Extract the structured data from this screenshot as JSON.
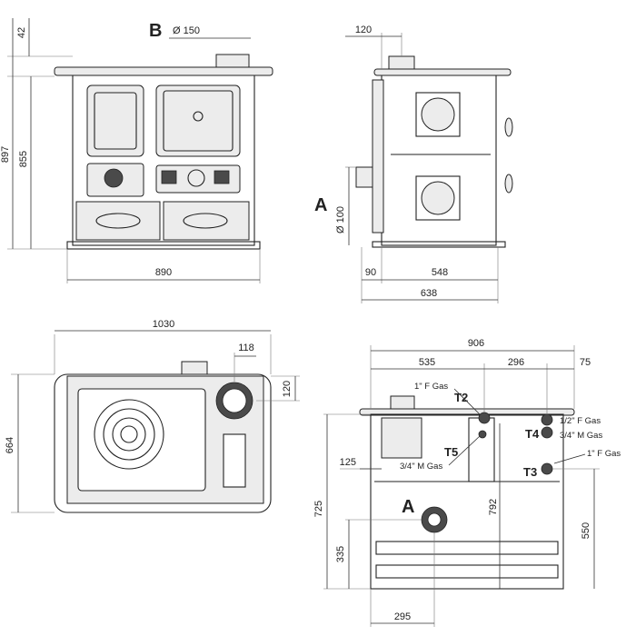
{
  "front_view": {
    "label_b": "B",
    "flue_diameter": "Ø 150",
    "dim_42": "42",
    "dim_897": "897",
    "dim_855": "855",
    "dim_890": "890"
  },
  "side_view": {
    "label_a": "A",
    "dim_120": "120",
    "inlet_diameter": "Ø 100",
    "dim_90": "90",
    "dim_548": "548",
    "dim_638": "638"
  },
  "top_view": {
    "dim_1030": "1030",
    "dim_118": "118",
    "dim_120": "120",
    "dim_664": "664"
  },
  "back_view": {
    "dim_906": "906",
    "dim_535": "535",
    "dim_296": "296",
    "dim_75": "75",
    "dim_125": "125",
    "dim_725": "725",
    "dim_335": "335",
    "dim_792": "792",
    "dim_550": "550",
    "dim_295": "295",
    "label_a": "A",
    "t2": "T2",
    "t2_gas": "1\" F Gas",
    "t5": "T5",
    "t5_gas": "3/4\" M Gas",
    "t4": "T4",
    "t4_gas_a": "1/2\" F Gas",
    "t4_gas_b": "3/4\" M Gas",
    "t3": "T3",
    "t3_gas": "1\" F Gas"
  }
}
